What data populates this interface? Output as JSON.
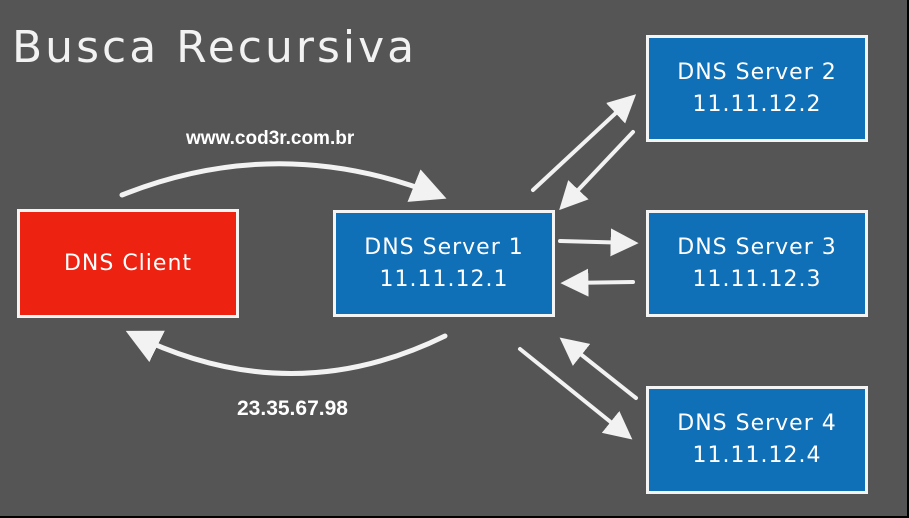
{
  "title": "Busca Recursiva",
  "request_label": "www.cod3r.com.br",
  "response_label": "23.35.67.98",
  "client": {
    "label": "DNS Client"
  },
  "servers": [
    {
      "name": "DNS Server 1",
      "ip": "11.11.12.1"
    },
    {
      "name": "DNS Server 2",
      "ip": "11.11.12.2"
    },
    {
      "name": "DNS Server 3",
      "ip": "11.11.12.3"
    },
    {
      "name": "DNS Server 4",
      "ip": "11.11.12.4"
    }
  ],
  "colors": {
    "background": "#555555",
    "client": "#ee2211",
    "server": "#0f6fb7",
    "arrow": "#f2f2f2"
  }
}
